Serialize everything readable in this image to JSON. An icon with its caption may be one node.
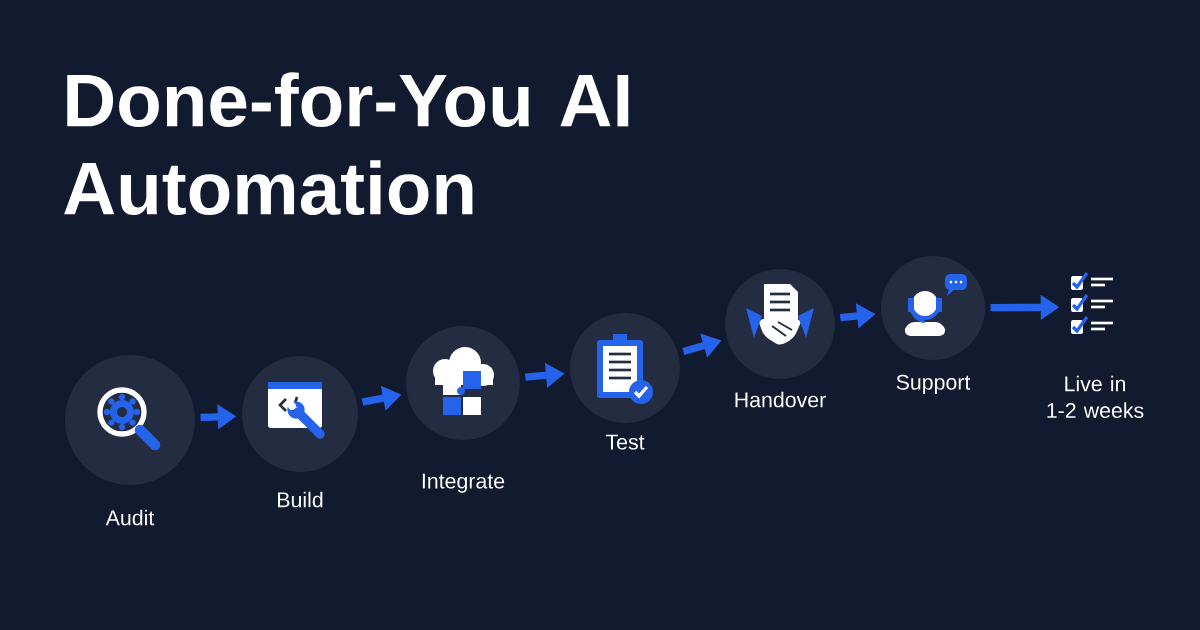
{
  "diagram": {
    "title": "Done-for-You AI Automation",
    "nodes": [
      {
        "text": [
          "Audit"
        ]
      },
      {
        "text": [
          "Build"
        ]
      },
      {
        "text": [
          "Integrate"
        ]
      },
      {
        "text": [
          "Test"
        ]
      },
      {
        "text": [
          "Handover"
        ]
      },
      {
        "text": [
          "Support"
        ]
      },
      {
        "text": [
          "Live in 1-2 weeks"
        ]
      }
    ],
    "edges": [
      {
        "from": 0,
        "to": 1,
        "arrow": "to"
      },
      {
        "from": 1,
        "to": 2,
        "arrow": "to"
      },
      {
        "from": 2,
        "to": 3,
        "arrow": "to"
      },
      {
        "from": 3,
        "to": 4,
        "arrow": "to"
      },
      {
        "from": 4,
        "to": 5,
        "arrow": "to"
      },
      {
        "from": 5,
        "to": 6,
        "arrow": "to"
      }
    ]
  }
}
